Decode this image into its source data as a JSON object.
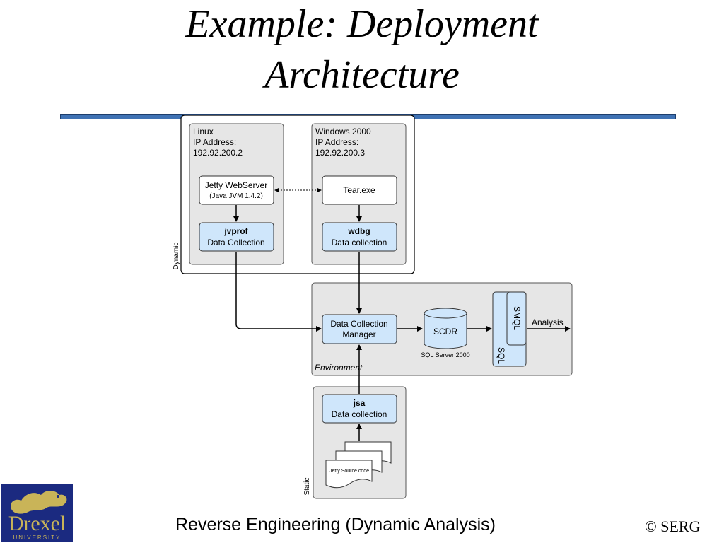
{
  "slide": {
    "title_line1": "Example: Deployment",
    "title_line2": "Architecture",
    "footer": "Reverse Engineering (Dynamic Analysis)",
    "copyright": "© SERG",
    "logo": {
      "name": "Drexel",
      "subtitle": "UNIVERSITY"
    }
  },
  "diagram": {
    "dynamic_label": "Dynamic",
    "static_label": "Static",
    "environment_label": "Environment",
    "linux": {
      "line1": "Linux",
      "line2": "IP Address:",
      "line3": "192.92.200.2"
    },
    "windows": {
      "line1": "Windows 2000",
      "line2": "IP Address:",
      "line3": "192.92.200.3"
    },
    "jetty": {
      "line1": "Jetty WebServer",
      "line2": "(Java JVM 1.4.2)"
    },
    "tear": {
      "label": "Tear.exe"
    },
    "jvprof": {
      "name": "jvprof",
      "desc": "Data Collection"
    },
    "wdbg": {
      "name": "wdbg",
      "desc": "Data collection"
    },
    "dcm": {
      "line1": "Data Collection",
      "line2": "Manager"
    },
    "scdr": {
      "label": "SCDR",
      "sub": "SQL Server 2000"
    },
    "smql": "SMQL",
    "sql": "SQL",
    "analysis": "Analysis",
    "jsa": {
      "name": "jsa",
      "desc": "Data collection"
    },
    "docs": {
      "label": "Jetty Source code"
    },
    "colors": {
      "component_fill": "#cfe6fb",
      "group_fill": "#e6e6e6",
      "rule": "#3f72b4"
    }
  }
}
